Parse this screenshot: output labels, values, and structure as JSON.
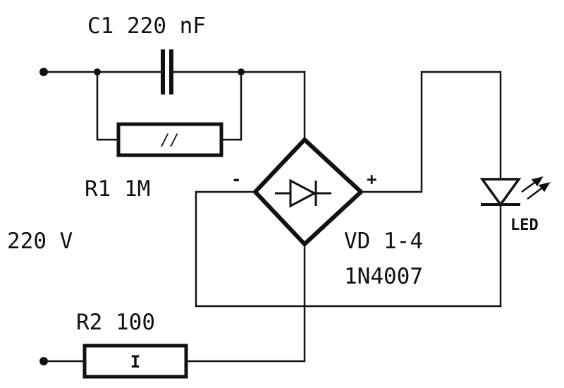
{
  "labels": {
    "c1": "C1 220 nF",
    "r1": "R1 1M",
    "r2": "R2 100",
    "supply": "220 V",
    "vd_name": "VD 1-4",
    "vd_part": "1N4007",
    "led": "LED",
    "minus": "-",
    "plus": "+"
  },
  "resistor_marks": {
    "r1": "//",
    "r2": "I"
  },
  "colors": {
    "ink": "#111111",
    "background": "#ffffff"
  }
}
